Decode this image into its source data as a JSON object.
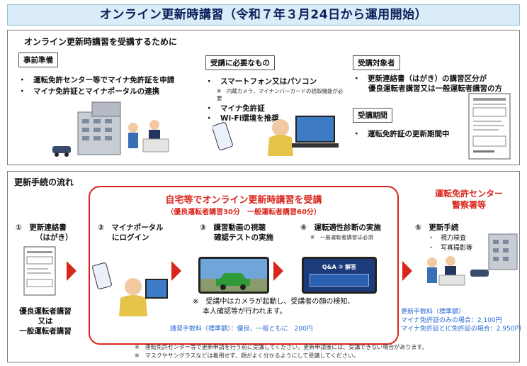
{
  "title": "オンライン更新時講習（令和７年３月24日から運用開始）",
  "prep": {
    "heading": "オンライン更新時講習を受講するために",
    "advance": {
      "label": "事前準備",
      "items": [
        "運転免許センター等でマイナ免許証を申請",
        "マイナ免許証とマイナポータルの連携"
      ]
    },
    "requirements": {
      "label": "受講に必要なもの",
      "items": [
        "スマートフォン又はパソコン",
        "マイナ免許証",
        "Wi-Fi環境を推奨"
      ],
      "note": "※　内蔵カメラ、マイナンバーカードの読取機能が必要"
    },
    "target": {
      "label": "受講対象者",
      "line1": "更新連絡書（はがき）の講習区分が",
      "line2": "優良運転者講習又は一般運転者講習の方"
    },
    "period": {
      "label": "受講期間",
      "text": "運転免許証の更新期間中"
    }
  },
  "flow": {
    "heading": "更新手続の流れ",
    "online_title": "自宅等でオンライン更新時講習を受講",
    "online_sub": "（優良運転者講習30分　一般運転者講習60分）",
    "step1": {
      "num": "①",
      "line1": "更新連絡書",
      "line2": "（はがき）"
    },
    "step1_bottom": {
      "line1": "優良運転者講習",
      "line2": "又は",
      "line3": "一般運転者講習"
    },
    "step2": {
      "num": "②",
      "line1": "マイナポータル",
      "line2": "にログイン"
    },
    "step3": {
      "num": "③",
      "line1": "講習動画の視聴",
      "line2": "確認テストの実施"
    },
    "step4": {
      "num": "④",
      "line1": "運転適性診断の実施",
      "note": "※　一般運転者講習は必須"
    },
    "step5": {
      "num": "⑤",
      "line1": "更新手続",
      "items": [
        "視力検査",
        "写真撮影等"
      ]
    },
    "center_title_line1": "運転免許センター",
    "center_title_line2": "警察署等",
    "camera_note_line1": "※　受講中はカメラが起動し、受講者の顔の検知、",
    "camera_note_line2": "本人確認等が行われます。",
    "fee_note": "講習手数料（標準額）：優良、一般ともに　200円",
    "renewal_fee": {
      "title": "更新手数料（標準額）",
      "line1": "マイナ免許証のみの場合：2,100円",
      "line2": "マイナ免許証とIC免許証の場合：2,950円"
    },
    "footnote1": "※　運転免許センター等で更新申請を行う前に受講してください。更新申請後には、受講できない場合があります。",
    "footnote2": "※　マスクやサングラスなどは着用せず、顔がよく分かるようにして受講してください。",
    "screen_text": "Q&A ② 解答"
  },
  "colors": {
    "accent_red": "#d9261c",
    "accent_blue": "#2b6bd1",
    "title_bg": "#d9ecf7"
  }
}
